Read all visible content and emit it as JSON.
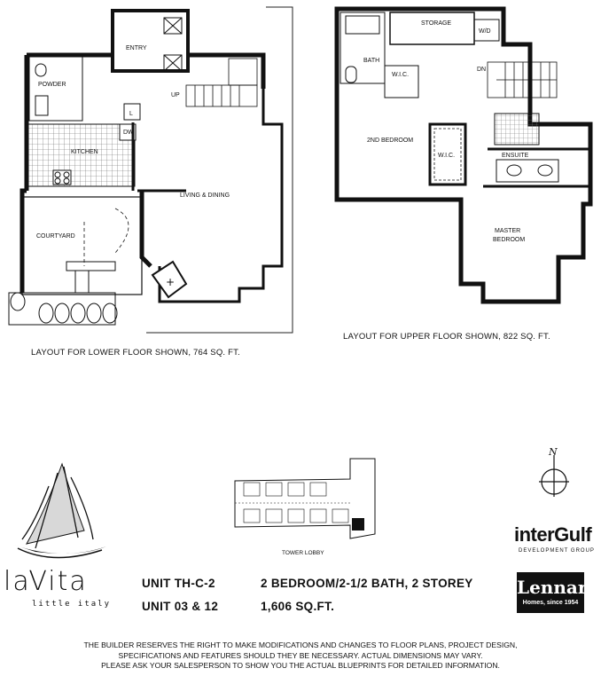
{
  "lower_floor": {
    "caption": "LAYOUT FOR LOWER FLOOR SHOWN, 764 SQ. FT.",
    "rooms": {
      "entry": "ENTRY",
      "powder": "POWDER",
      "up": "UP",
      "kitchen": "KITCHEN",
      "dw": "DW",
      "l": "L",
      "living": "LIVING & DINING",
      "courtyard": "COURTYARD"
    }
  },
  "upper_floor": {
    "caption": "LAYOUT FOR UPPER FLOOR SHOWN, 822 SQ. FT.",
    "rooms": {
      "storage": "STORAGE",
      "wd": "W/D",
      "bath": "BATH",
      "wic1": "W.I.C.",
      "dn": "DN",
      "bedroom2": "2ND BEDROOM",
      "wic2": "W.I.C.",
      "ensuite": "ENSUITE",
      "master_1": "MASTER",
      "master_2": "BEDROOM"
    }
  },
  "key_plan": {
    "label": "TOWER LOBBY"
  },
  "branding": {
    "logo_name": "laVita",
    "logo_sub": "little italy",
    "interguelf": "interGulf",
    "interguelf_sub": "DEVELOPMENT GROUP",
    "lennar": "Lennar",
    "lennar_sub": "Homes, since 1954",
    "compass_n": "N"
  },
  "unit_info": {
    "unit": "UNIT TH-C-2",
    "units": "UNIT 03 & 12",
    "type": "2 BEDROOM/2-1/2 BATH, 2 STOREY",
    "area": "1,606 SQ.FT."
  },
  "disclaimer": {
    "line1": "THE BUILDER RESERVES THE RIGHT TO MAKE MODIFICATIONS AND CHANGES TO FLOOR PLANS, PROJECT DESIGN,",
    "line2": "SPECIFICATIONS AND FEATURES SHOULD THEY BE NECESSARY. ACTUAL DIMENSIONS MAY VARY.",
    "line3": "PLEASE ASK YOUR SALESPERSON TO SHOW YOU THE ACTUAL BLUEPRINTS FOR DETAILED INFORMATION."
  }
}
